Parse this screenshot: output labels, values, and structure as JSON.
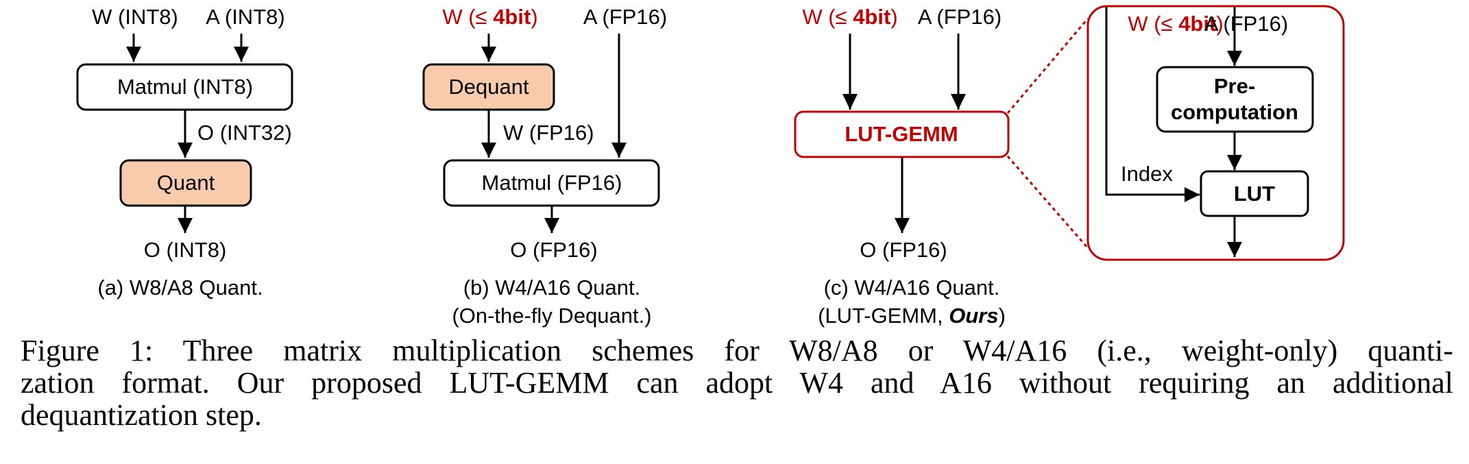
{
  "colors": {
    "accent_red": "#c00000",
    "quant_box_fill": "#f8cbad",
    "stroke": "#000000"
  },
  "panel_a": {
    "input_w": "W (INT8)",
    "input_a": "A (INT8)",
    "matmul": "Matmul (INT8)",
    "intermediate": "O (INT32)",
    "quant": "Quant",
    "output": "O (INT8)",
    "caption": "(a) W8/A8 Quant."
  },
  "panel_b": {
    "input_w_prefix": "W (≤ ",
    "input_w_bold": "4bit",
    "input_w_suffix": ")",
    "input_a": "A (FP16)",
    "dequant": "Dequant",
    "intermediate": "W (FP16)",
    "matmul": "Matmul (FP16)",
    "output": "O (FP16)",
    "caption_line1": "(b) W4/A16 Quant.",
    "caption_line2": "(On-the-fly Dequant.)"
  },
  "panel_c": {
    "input_w_prefix": "W (≤ ",
    "input_w_bold": "4bit",
    "input_w_suffix": ")",
    "input_a": "A (FP16)",
    "lut_gemm": "LUT-GEMM",
    "output": "O (FP16)",
    "caption_line1": "(c) W4/A16 Quant.",
    "caption_line2_prefix": "(LUT-GEMM, ",
    "caption_line2_italic": "Ours",
    "caption_line2_suffix": ")"
  },
  "detail": {
    "input_w_prefix": "W (≤ ",
    "input_w_bold": "4bit",
    "input_w_suffix": ")",
    "input_a": "A (FP16)",
    "precomp_line1": "Pre-",
    "precomp_line2": "computation",
    "index_label": "Index",
    "lut": "LUT"
  },
  "caption": {
    "line1": "Figure 1:  Three matrix multiplication schemes for W8/A8 or W4/A16 (i.e., weight-only) quanti-",
    "line2": "zation format.  Our proposed LUT-GEMM can adopt W4 and A16 without requiring an additional",
    "line3": "dequantization step."
  }
}
